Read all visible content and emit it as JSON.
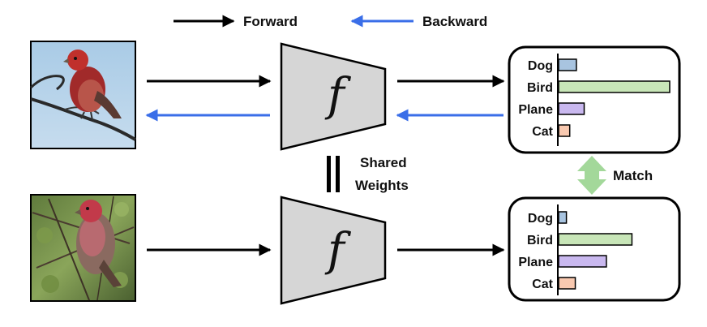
{
  "legend": {
    "forward_label": "Forward",
    "backward_label": "Backward",
    "forward_color": "#000000",
    "backward_color": "#3a6ee8"
  },
  "encoder": {
    "function_symbol": "f",
    "fill": "#d6d6d6"
  },
  "shared_weights": {
    "line1": "Shared",
    "line2": "Weights"
  },
  "match": {
    "label": "Match",
    "arrow_color": "#a3d89a"
  },
  "images": {
    "top": "house finch perched on a branch against blue sky",
    "bottom": "house finch perched among leafy branches"
  },
  "bars_top": [
    {
      "label": "Dog",
      "value": 0.16,
      "color": "#a8c4e0"
    },
    {
      "label": "Bird",
      "value": 1.0,
      "color": "#c8e6b8"
    },
    {
      "label": "Plane",
      "value": 0.23,
      "color": "#c9b8ef"
    },
    {
      "label": "Cat",
      "value": 0.1,
      "color": "#f9c9b0"
    }
  ],
  "bars_bottom": [
    {
      "label": "Dog",
      "value": 0.07,
      "color": "#a8c4e0"
    },
    {
      "label": "Bird",
      "value": 0.66,
      "color": "#c8e6b8"
    },
    {
      "label": "Plane",
      "value": 0.43,
      "color": "#c9b8ef"
    },
    {
      "label": "Cat",
      "value": 0.15,
      "color": "#f9c9b0"
    }
  ]
}
